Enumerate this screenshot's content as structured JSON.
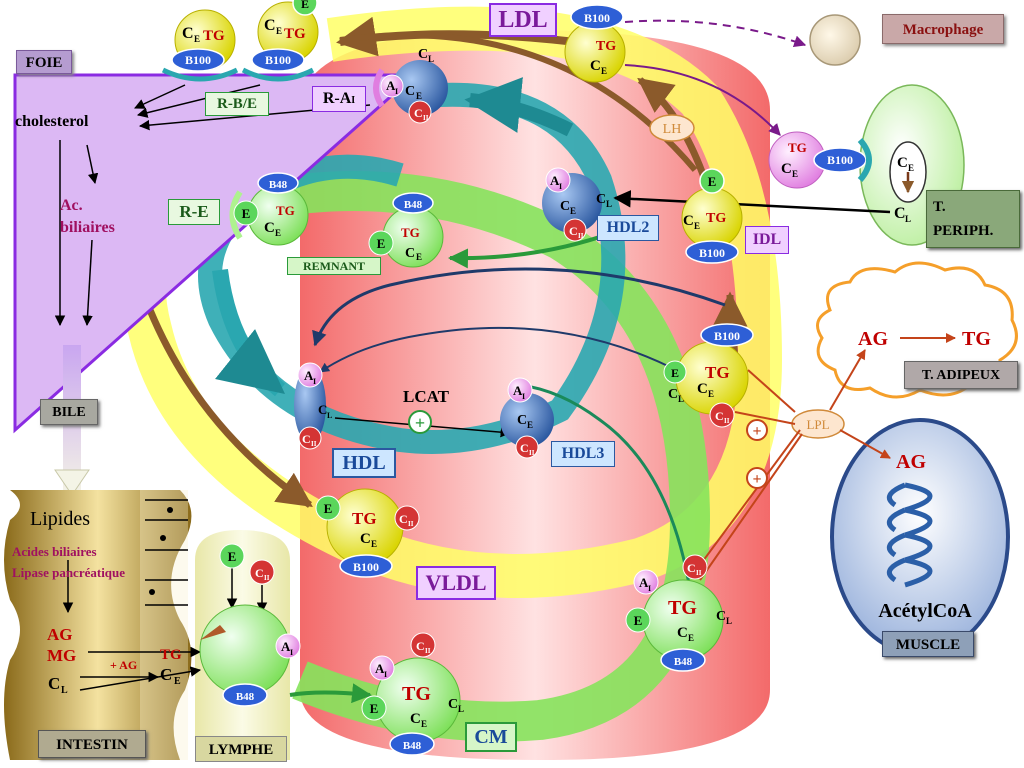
{
  "labels": {
    "foie": "FOIE",
    "cholesterol": "cholesterol",
    "ac_biliaires_1": "Ac.",
    "ac_biliaires_2": "biliaires",
    "bile": "BILE",
    "intestin": "INTESTIN",
    "lymphe": "LYMPHE",
    "lipides": "Lipides",
    "acides_biliaires": "Acides biliaires",
    "lipase": "Lipase pancréatique",
    "ag": "AG",
    "mg": "MG",
    "cl": "C",
    "plus_ag": "+ AG",
    "tg": "TG",
    "ce": "C",
    "macrophage": "Macrophage",
    "t_periph_1": "T.",
    "t_periph_2": "PERIPH.",
    "t_adipeux": "T. ADIPEUX",
    "muscle": "MUSCLE",
    "acetylcoa": "AcétylCoA",
    "ag_adipeux": "AG",
    "tg_adipeux": "TG",
    "ag_muscle": "AG",
    "lpl": "LPL",
    "lh": "LH",
    "lcat": "LCAT",
    "ldl": "LDL",
    "idl": "IDL",
    "vldl": "VLDL",
    "hdl": "HDL",
    "hdl2": "HDL2",
    "hdl3": "HDL3",
    "cm": "CM",
    "remnant": "REMNANT",
    "r_be": "R-B/E",
    "r_ai": "R-A",
    "r_e": "R-E",
    "b100": "B100",
    "b48": "B48",
    "e": "E",
    "ai": "A",
    "cii": "C",
    "sub_i": "I",
    "sub_ii": "II",
    "sub_e": "E",
    "sub_l": "L"
  },
  "colors": {
    "liver": "#d9b3f2",
    "liver_border": "#8a2be2",
    "red_band": "#f37a7a",
    "yellow_band": "#ffff66",
    "green_band": "#7fe05a",
    "cyan_band": "#2aa7b0",
    "brown_arrow": "#8b5a2b",
    "lipoprotein_yellow": "#f2ef2a",
    "lipoprotein_green": "#aef28f",
    "hdl_blue": "#3f6fb3",
    "b100_blue": "#2e5fd6",
    "apo_e_green": "#5bd65b",
    "apo_ai_purple": "#b46be0",
    "apo_cii_red": "#d43434",
    "muscle_bg": "#8ea9d8",
    "adipeux_border": "#f59f2a",
    "periph_green": "#cdf5b4"
  }
}
